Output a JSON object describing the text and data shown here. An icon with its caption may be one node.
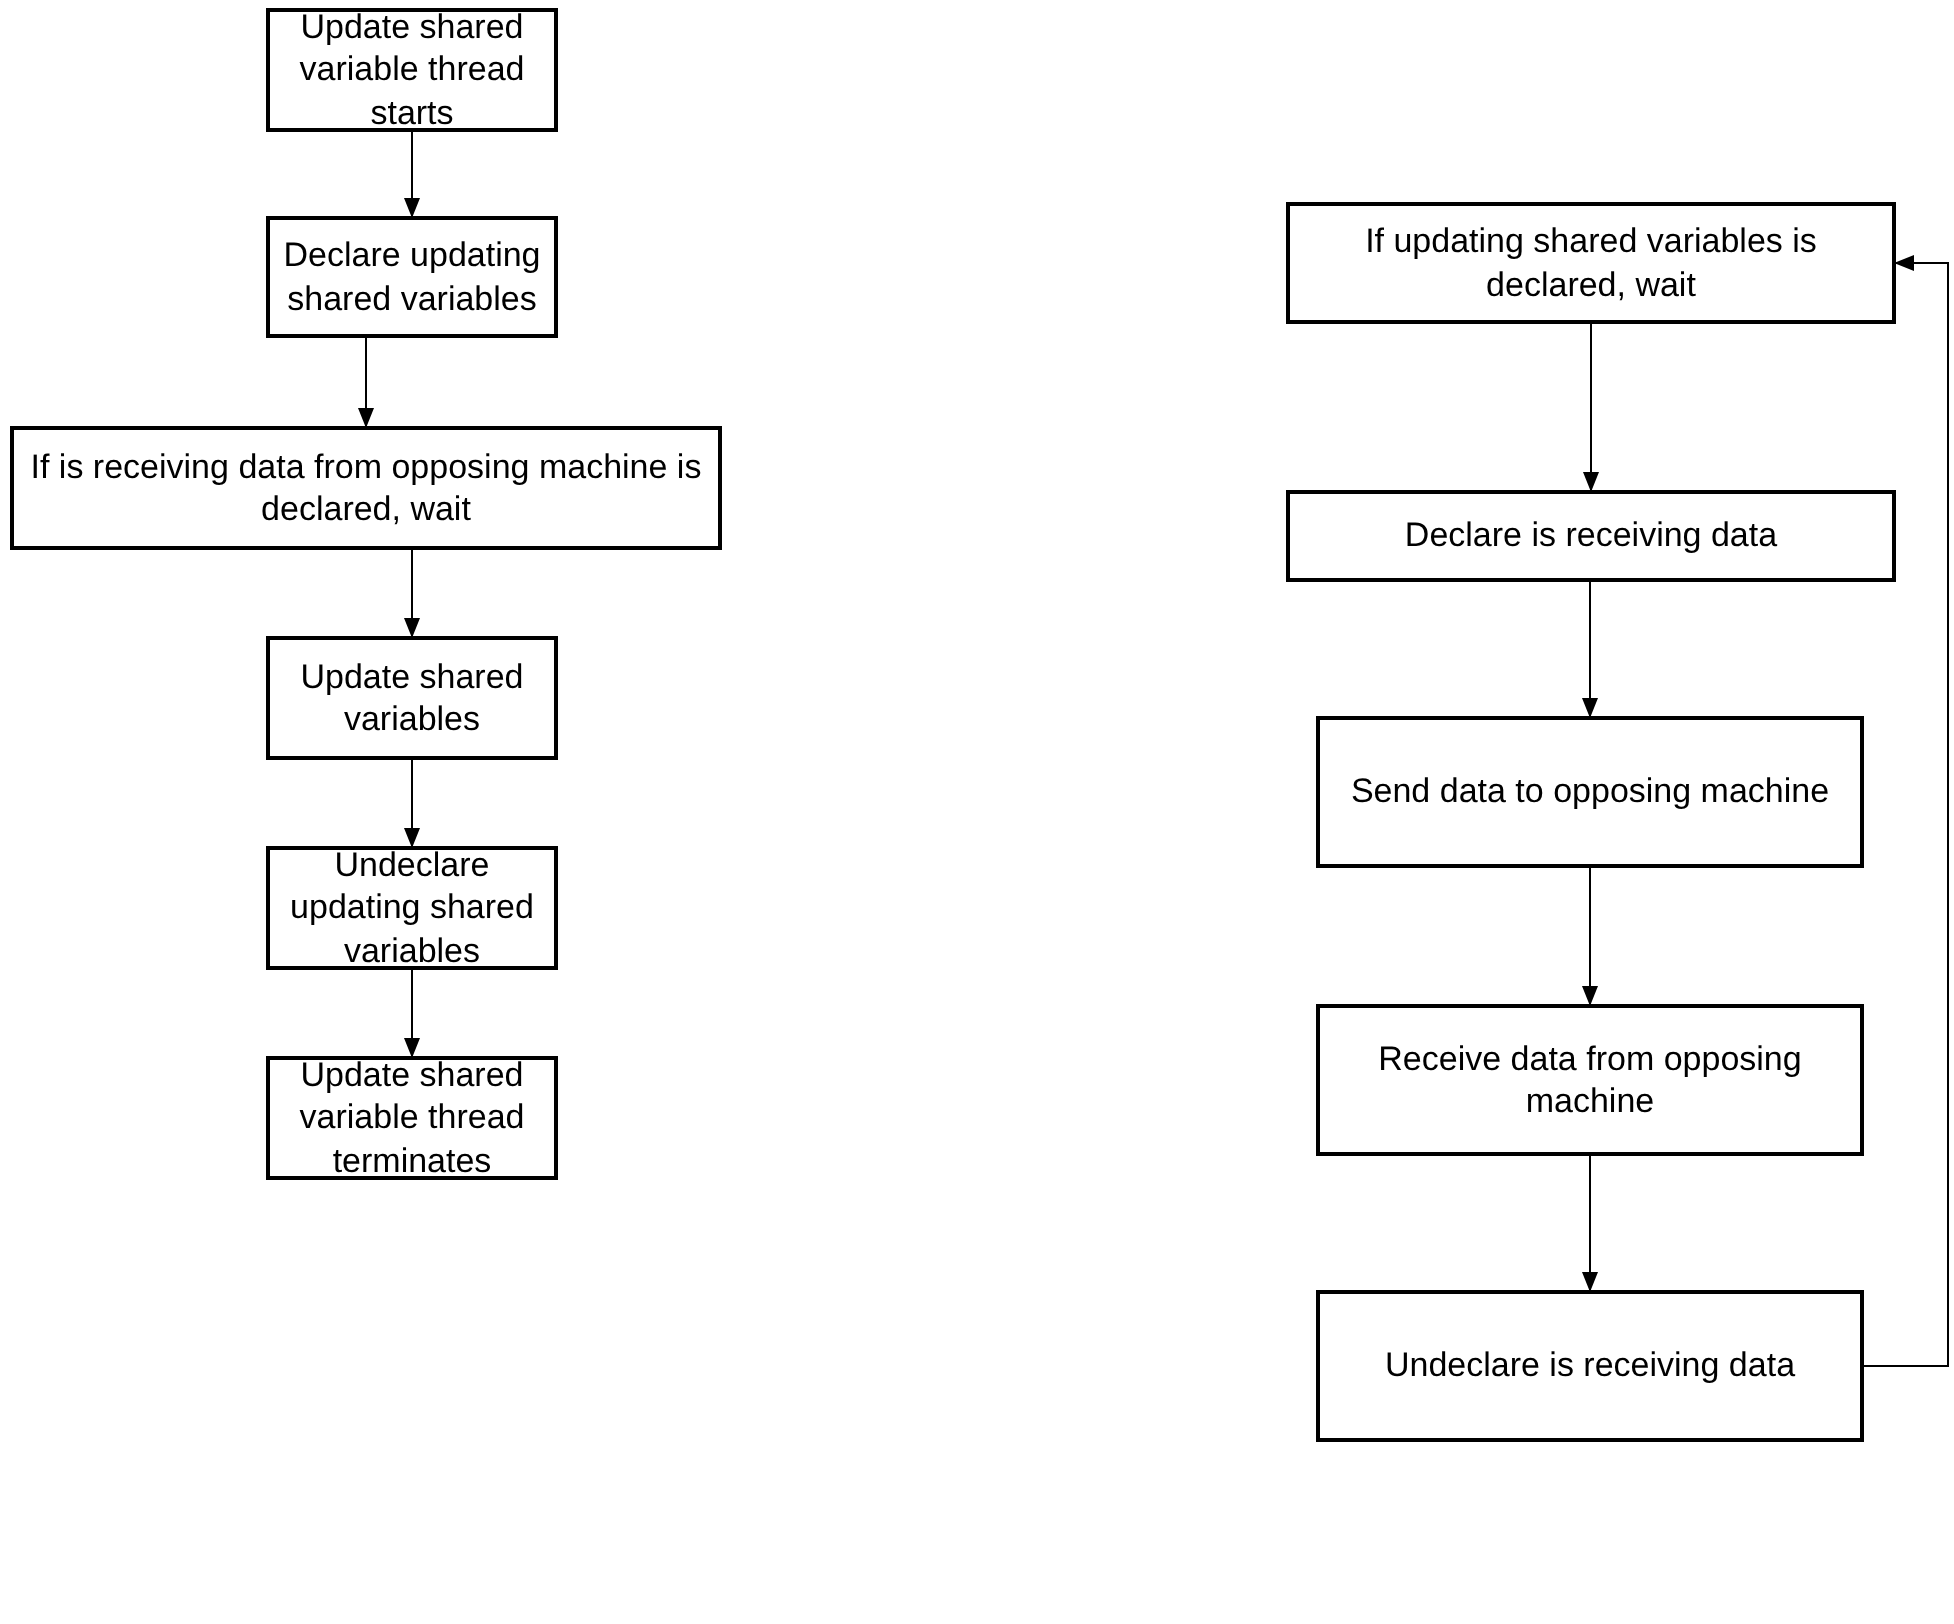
{
  "diagram": {
    "nodes": [
      {
        "text": [
          "Update shared variable thread starts"
        ]
      },
      {
        "text": [
          "Declare updating shared variables"
        ]
      },
      {
        "text": [
          "If is receiving data from opposing machine is declared, wait"
        ]
      },
      {
        "text": [
          "Update shared variables"
        ]
      },
      {
        "text": [
          "Undeclare updating shared variables"
        ]
      },
      {
        "text": [
          "Update shared variable thread terminates"
        ]
      },
      {
        "text": [
          "If updating shared variables is declared, wait"
        ]
      },
      {
        "text": [
          "Declare is receiving data"
        ]
      },
      {
        "text": [
          "Send data to opposing machine"
        ]
      },
      {
        "text": [
          "Receive data from opposing machine"
        ]
      },
      {
        "text": [
          "Undeclare is receiving data"
        ]
      }
    ],
    "edges": [
      {
        "from": 0,
        "to": 1,
        "arrow": "to"
      },
      {
        "from": 1,
        "to": 2,
        "arrow": "to"
      },
      {
        "from": 2,
        "to": 3,
        "arrow": "to"
      },
      {
        "from": 3,
        "to": 4,
        "arrow": "to"
      },
      {
        "from": 4,
        "to": 5,
        "arrow": "to"
      },
      {
        "from": 6,
        "to": 7,
        "arrow": "to"
      },
      {
        "from": 7,
        "to": 8,
        "arrow": "to"
      },
      {
        "from": 8,
        "to": 9,
        "arrow": "to"
      },
      {
        "from": 9,
        "to": 10,
        "arrow": "to"
      },
      {
        "from": 10,
        "to": 6,
        "arrow": "to"
      }
    ]
  }
}
